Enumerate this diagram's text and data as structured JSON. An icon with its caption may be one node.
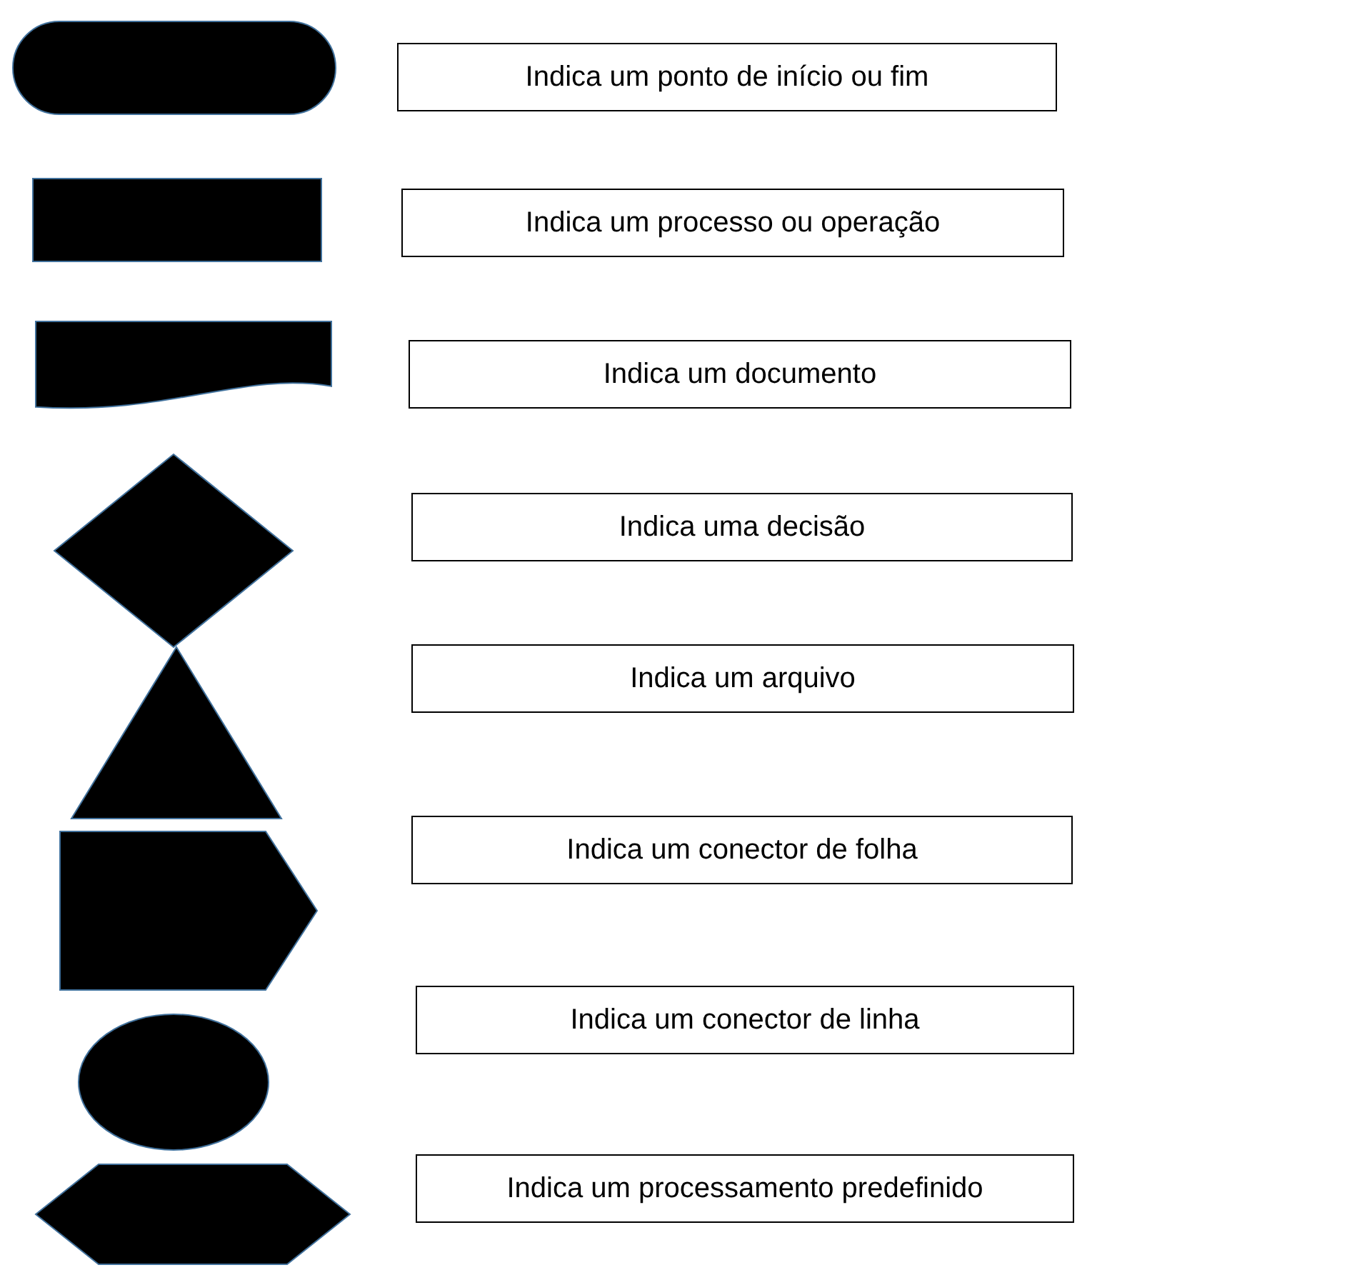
{
  "diagram": {
    "nodes": [
      {
        "text": [],
        "shape": "stadium"
      },
      {
        "text": [
          "Indica um ponto de início ou fim"
        ]
      },
      {
        "text": [],
        "shape": "box"
      },
      {
        "text": [
          "Indica um processo ou operação"
        ]
      },
      {
        "text": [],
        "shape": "document"
      },
      {
        "text": [
          "Indica um documento"
        ]
      },
      {
        "text": [],
        "shape": "diamond"
      },
      {
        "text": [
          "Indica uma decisão"
        ]
      },
      {
        "text": [],
        "shape": "triangle"
      },
      {
        "text": [
          "Indica um arquivo"
        ]
      },
      {
        "text": [],
        "shape": "pentagon"
      },
      {
        "text": [
          "Indica um conector de folha"
        ]
      },
      {
        "text": [],
        "shape": "ellipse"
      },
      {
        "text": [
          "Indica um conector de linha"
        ]
      },
      {
        "text": [],
        "shape": "hexagon"
      },
      {
        "text": [
          "Indica um processamento predefinido"
        ]
      }
    ],
    "edges": []
  }
}
